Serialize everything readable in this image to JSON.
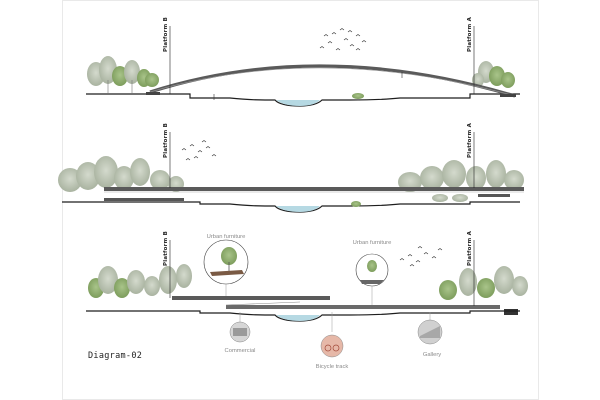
{
  "diagram": {
    "sections": [
      {
        "platform_left": "Platform B",
        "platform_right": "Platform A"
      },
      {
        "platform_left": "Platform B",
        "platform_right": "Platform A"
      },
      {
        "platform_left": "Platform B",
        "platform_right": "Platform A"
      }
    ],
    "callouts": {
      "urban_furniture_1": "Urban furniture",
      "urban_furniture_2": "Urban furniture",
      "commercial": "Commercial",
      "bicycle_track": "Bicycle track",
      "gallery": "Gallery"
    },
    "title": "Diagram-02",
    "colors": {
      "structure": "#555555",
      "ground": "#1e1e1e",
      "foliage": "#b8c2b0",
      "foliage_green": "#8fae6a",
      "water": "#b6d9e3"
    }
  }
}
